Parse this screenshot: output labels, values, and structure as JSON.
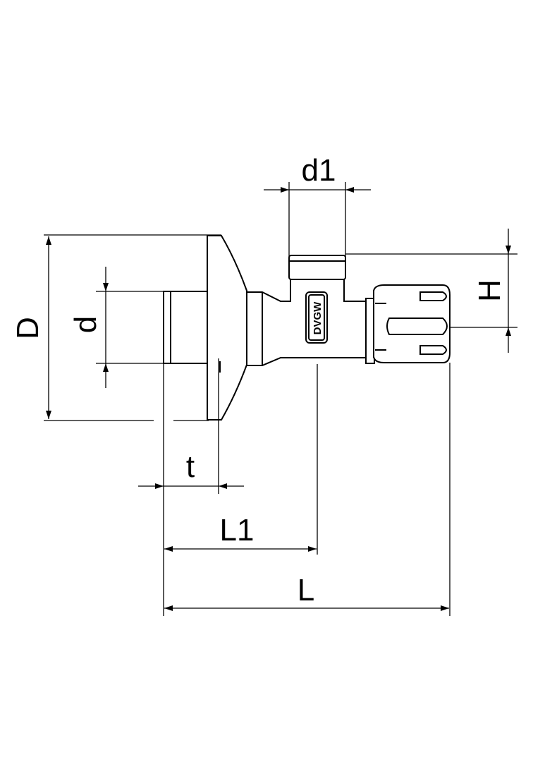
{
  "dimensions": {
    "D": "D",
    "d": "d",
    "d1": "d1",
    "H": "H",
    "t": "t",
    "L1": "L1",
    "L": "L"
  },
  "logo": "DVGW"
}
